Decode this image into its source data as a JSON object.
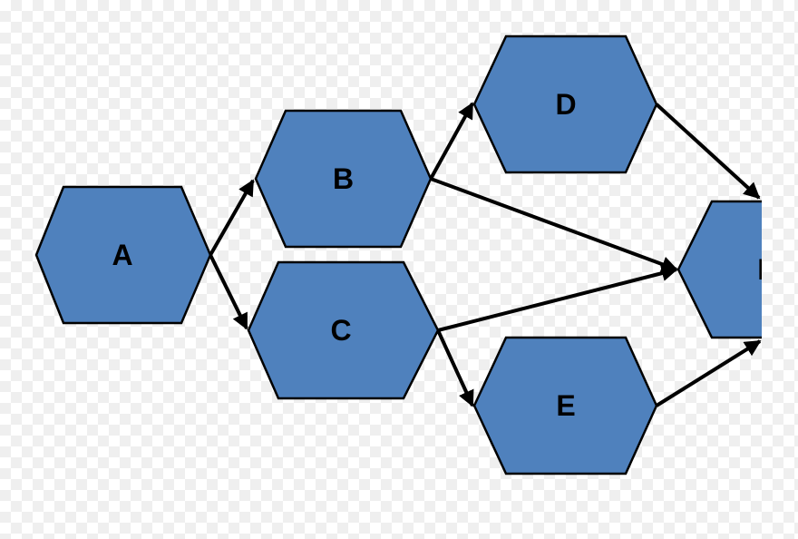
{
  "diagram": {
    "colors": {
      "node_fill": "#4f81bd",
      "node_border": "#000000",
      "edge": "#000000",
      "label": "#000000"
    },
    "nodes": [
      {
        "id": "A",
        "label": "A"
      },
      {
        "id": "B",
        "label": "B"
      },
      {
        "id": "C",
        "label": "C"
      },
      {
        "id": "D",
        "label": "D"
      },
      {
        "id": "E",
        "label": "E"
      },
      {
        "id": "F",
        "label": "F"
      }
    ],
    "edges": [
      {
        "from": "A",
        "to": "B"
      },
      {
        "from": "A",
        "to": "C"
      },
      {
        "from": "B",
        "to": "D"
      },
      {
        "from": "B",
        "to": "F"
      },
      {
        "from": "C",
        "to": "F"
      },
      {
        "from": "C",
        "to": "E"
      },
      {
        "from": "D",
        "to": "F"
      },
      {
        "from": "E",
        "to": "F"
      }
    ]
  }
}
